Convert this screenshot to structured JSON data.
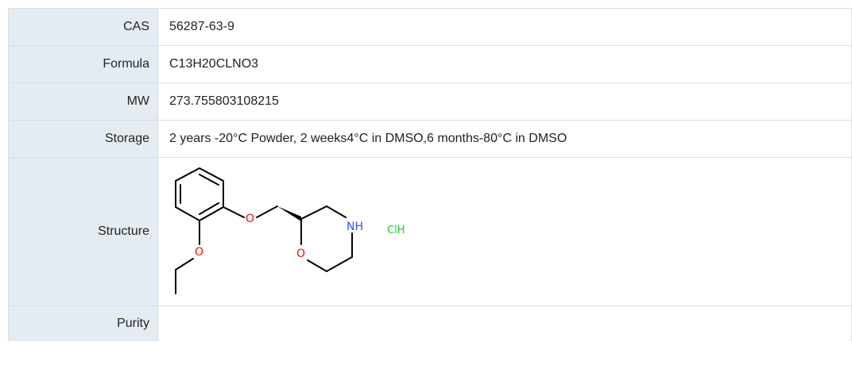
{
  "properties": [
    {
      "label": "CAS",
      "value": "56287-63-9"
    },
    {
      "label": "Formula",
      "value": "C13H20CLNO3"
    },
    {
      "label": "MW",
      "value": "273.755803108215"
    },
    {
      "label": "Storage",
      "value": "2 years -20°C Powder, 2 weeks4°C in DMSO,6 months-80°C in DMSO"
    }
  ],
  "structure": {
    "label": "Structure",
    "atoms": {
      "o1": "O",
      "o2": "O",
      "o3": "O",
      "nh": "NH",
      "salt": "ClH"
    },
    "colors": {
      "oxygen": "#ff0d0d",
      "nitrogen": "#3050f8",
      "chlorine": "#1fcc1f",
      "bond": "#000000"
    }
  },
  "purity": {
    "label": "Purity",
    "value": ""
  }
}
